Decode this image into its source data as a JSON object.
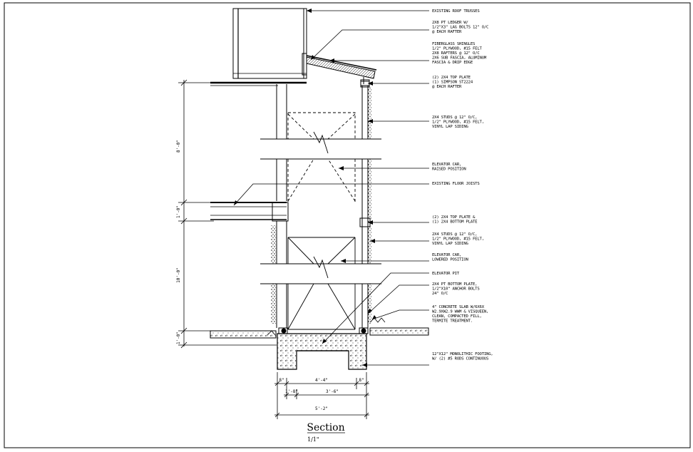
{
  "drawing": {
    "title": "Section",
    "scale": "1/1\""
  },
  "notes": [
    {
      "id": "roof-trusses",
      "lines": [
        "EXISTING ROOF TRUSSES"
      ]
    },
    {
      "id": "ledger",
      "lines": [
        "2X8 PT LEDGER W/",
        "1/2\"X3\" LAG BOLTS 12\" O/C",
        "@ EACH RAFTER"
      ]
    },
    {
      "id": "roofing",
      "lines": [
        "FIBERGLASS SHINGLES",
        "1/2\" PLYWOOD, #15 FELT",
        "2X8 RAFTERS @ 12\" O/C",
        "2X6 SUB FASCIA, ALUMINUM",
        "FASCIA & DRIP EDGE"
      ]
    },
    {
      "id": "top-plate-upper",
      "lines": [
        "(2) 2X4 TOP PLATE",
        "(1) SIMPSON ST2224",
        "@ EACH RAFTER"
      ]
    },
    {
      "id": "studs-upper",
      "lines": [
        "2X4 STUDS @ 12\" O/C,",
        "1/2\" PLYWOOD, #15 FELT,",
        "VINYL LAP SIDING"
      ]
    },
    {
      "id": "car-raised",
      "lines": [
        "ELEVATOR CAR,",
        "RAISED POSITION"
      ]
    },
    {
      "id": "floor-joists",
      "lines": [
        "EXISTING FLOOR JOISTS"
      ]
    },
    {
      "id": "plates-mid",
      "lines": [
        "(2) 2X4 TOP PLATE &",
        "(1) 2X4 BOTTOM PLATE"
      ]
    },
    {
      "id": "studs-lower",
      "lines": [
        "2X4 STUDS @ 12\" O/C,",
        "1/2\" PLYWOOD, #15 FELT,",
        "VINYL LAP SIDING"
      ]
    },
    {
      "id": "car-lowered",
      "lines": [
        "ELEVATOR CAR,",
        "LOWERED POSITION"
      ]
    },
    {
      "id": "pit",
      "lines": [
        "ELEVATOR PIT"
      ]
    },
    {
      "id": "bottom-plate",
      "lines": [
        "2X4 PT BOTTOM PLATE,",
        "1/2\"X10\" ANCHOR BOLTS",
        "24\" O/C"
      ]
    },
    {
      "id": "slab",
      "lines": [
        "4\" CONCRETE SLAB W/6X6X",
        "W2.9XW2.9 WWM & VISQUEEN,",
        "CLEAN, COMPACTED FILL,",
        "TERMITE TREATMENT."
      ]
    },
    {
      "id": "footing",
      "lines": [
        "12\"X12\" MONOLITHIC FOOTING,",
        "W/ (2) #5 RODS CONTINUOUS"
      ]
    }
  ],
  "dimensions": {
    "vertical": [
      "8'-0\"",
      "1'-0\"",
      "10'-0\"",
      "1'-0\""
    ],
    "horizontal": [
      "8\"",
      "4'-4\"",
      "8\"",
      "1'-8\"",
      "3'-6\"",
      "5'-2\""
    ]
  }
}
